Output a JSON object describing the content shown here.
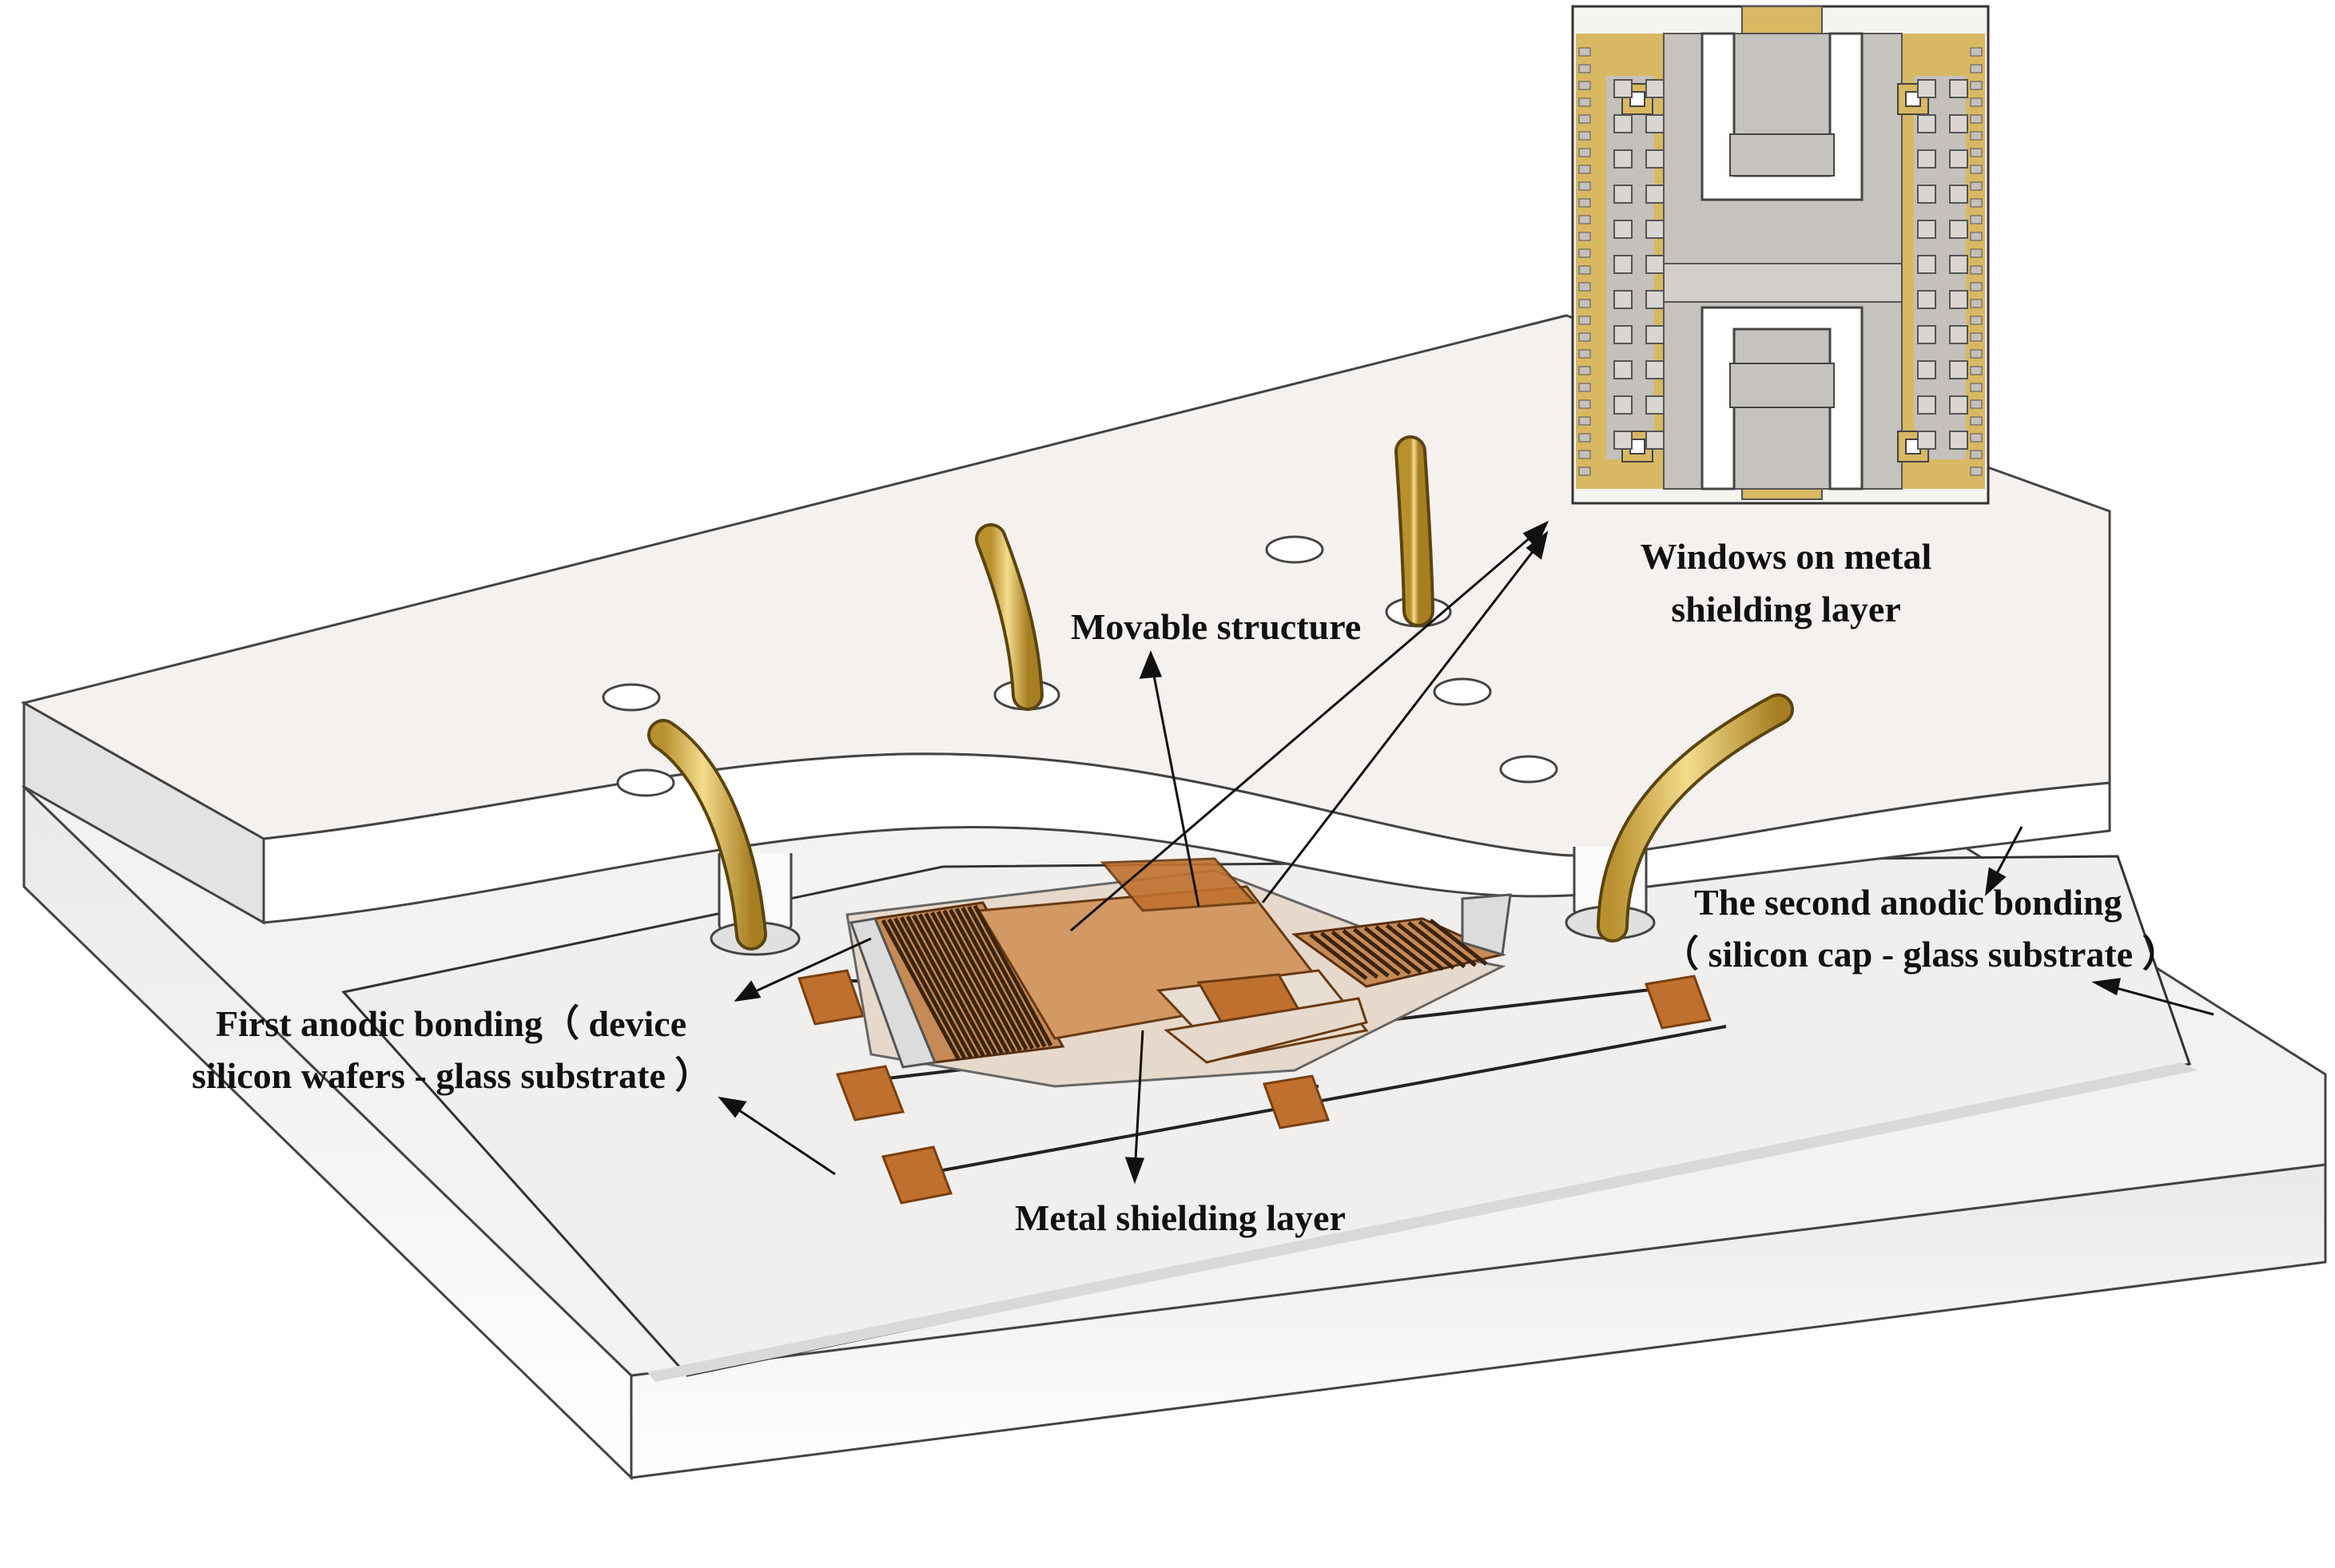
{
  "labels": {
    "windows_line1": "Windows on metal",
    "windows_line2": "shielding layer",
    "movable": "Movable structure",
    "second_line1": "The second anodic bonding",
    "second_line2": "（ silicon cap - glass substrate ）",
    "first_line1": "First anodic bonding（  device",
    "first_line2": "silicon wafers - glass substrate ）",
    "metal": "Metal shielding layer"
  },
  "colors": {
    "metal": "#c0702e",
    "gold": "#d8b862",
    "silicon": "#f4f1ef",
    "glass": "#f2f2f2"
  }
}
